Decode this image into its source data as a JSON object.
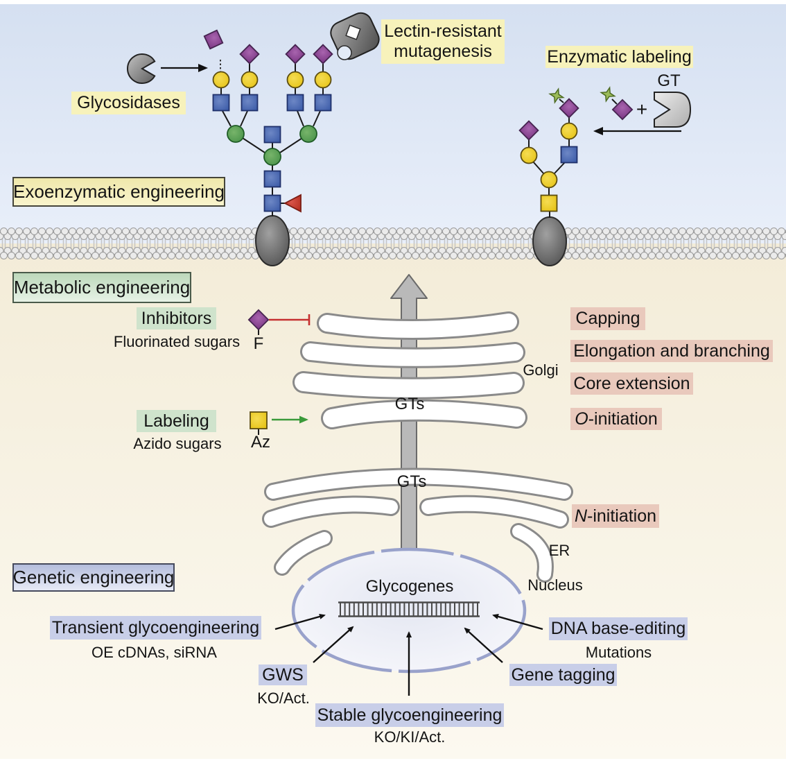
{
  "sections": {
    "exo": {
      "title": "Exoenzymatic engineering",
      "glycosidases": "Glycosidases",
      "lectin_line1": "Lectin-resistant",
      "lectin_line2": "mutagenesis",
      "enzymatic_labeling": "Enzymatic labeling",
      "gt": "GT",
      "plus": "+"
    },
    "metabolic": {
      "title": "Metabolic engineering",
      "inhibitors": "Inhibitors",
      "fluorinated_sugars": "Fluorinated sugars",
      "f": "F",
      "labeling": "Labeling",
      "azido_sugars": "Azido sugars",
      "az": "Az",
      "gts_golgi": "GTs",
      "golgi": "Golgi",
      "gts_er": "GTs",
      "er": "ER",
      "capping": "Capping",
      "elongation": "Elongation and branching",
      "core_extension": "Core extension",
      "o_init_prefix": "O",
      "o_init_rest": "-initiation",
      "n_init_prefix": "N",
      "n_init_rest": "-initiation"
    },
    "genetic": {
      "title": "Genetic engineering",
      "transient": "Transient glycoengineering",
      "transient_sub": "OE cDNAs, siRNA",
      "gws": "GWS",
      "gws_sub": "KO/Act.",
      "stable": "Stable glycoengineering",
      "stable_sub": "KO/KI/Act.",
      "gene_tagging": "Gene tagging",
      "dna_base_editing": "DNA base-editing",
      "dna_base_editing_sub": "Mutations",
      "glycogenes": "Glycogenes",
      "nucleus": "Nucleus"
    }
  },
  "icons": {
    "glycosidase_enzyme": "pacman-right-gray",
    "gt_enzyme": "pacman-left-gray",
    "lectin": "gray-blob-diamond-hole-bite",
    "sialic_acid": "purple-diamond",
    "galactose": "yellow-circle",
    "glcnac": "blue-square",
    "mannose": "green-circle",
    "fucose": "red-triangle",
    "galnac": "yellow-square",
    "label_tag": "green-four-point-star",
    "membrane": "lipid-bilayer",
    "secretory_arrow": "gray-up-arrow"
  },
  "colors": {
    "bg_top": "#d5e0f1",
    "bg_top_light": "#e9effa",
    "bg_bottom": "#f3ecd8",
    "bg_bottom_light": "#fcf9f0",
    "label_yellow": "#f7f2bb",
    "label_green": "#cfe3cc",
    "label_pink": "#e9c9bc",
    "label_blue": "#c8cee8",
    "sugar_purple": "#8e4a96",
    "sugar_yellow": "#eecb20",
    "sugar_blue": "#4a69b2",
    "sugar_green": "#57a351",
    "sugar_red": "#c8392c",
    "star_green": "#9bbb59",
    "enzyme_gray": "#8b8b8b",
    "organelle_stroke": "#8a8a8a",
    "nucleus_border": "#99a2cb",
    "arrow_gray": "#b9b9b9",
    "inhibit_red": "#c53030",
    "label_arrow_green": "#3a9a3a"
  }
}
